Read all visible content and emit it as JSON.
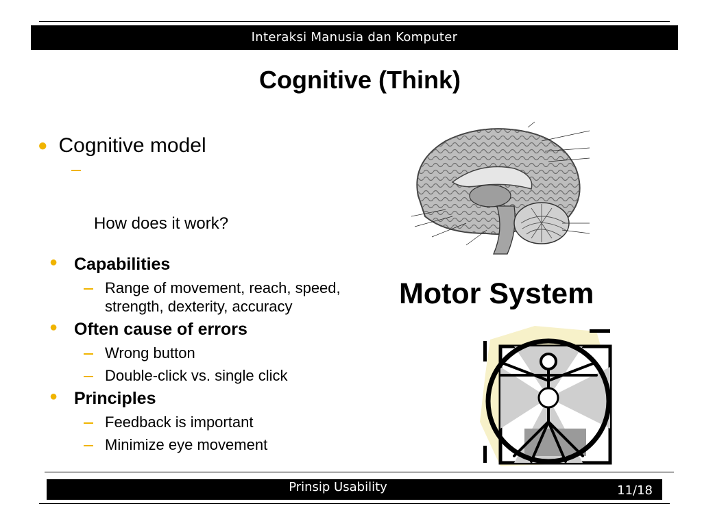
{
  "header": {
    "course_title": "Interaksi Manusia dan Komputer"
  },
  "slide": {
    "title": "Cognitive (Think)",
    "main_bullet": "Cognitive model",
    "question": "How does it work?",
    "motor_heading": "Motor System",
    "sections": [
      {
        "heading": "Capabilities",
        "items": [
          "Range of movement, reach, speed, strength, dexterity, accuracy"
        ]
      },
      {
        "heading": "Often cause of errors",
        "items": [
          "Wrong button",
          "Double-click vs. single click"
        ]
      },
      {
        "heading": "Principles",
        "items": [
          "Feedback is important",
          "Minimize eye movement"
        ]
      }
    ]
  },
  "footer": {
    "section_title": "Prinsip Usability",
    "page": "11/18"
  },
  "colors": {
    "bullet": "#f0b400",
    "bar": "#000000"
  },
  "images": {
    "brain": "brain-sagittal-section",
    "vitruvian": "vitruvian-man-clipart"
  }
}
